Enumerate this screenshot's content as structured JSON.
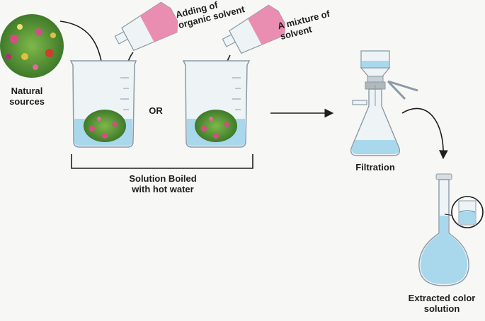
{
  "labels": {
    "natural_sources": [
      "Natural",
      "sources"
    ],
    "adding_solvent": [
      "Adding of",
      "organic solvent"
    ],
    "mixture_solvent": [
      "A mixture of",
      "solvent"
    ],
    "or": "OR",
    "solution_boiled": [
      "Solution Boiled",
      "with hot water"
    ],
    "filtration": "Filtration",
    "extracted": [
      "Extracted color",
      "solution"
    ]
  },
  "colors": {
    "liquid_blue": "#a9d8ec",
    "glass": "#eef3f6",
    "glass_edge": "#8a9aa6",
    "pink_solvent": "#e98eb0",
    "plant_green": "#5f9e3a",
    "flower_pink": "#d84c86",
    "arrow": "#1e1e1e"
  },
  "icons": [
    "plant-cluster-icon",
    "solvent-bottle-icon",
    "beaker-icon",
    "filtration-flask-icon",
    "volumetric-flask-icon",
    "magnifier-icon"
  ]
}
